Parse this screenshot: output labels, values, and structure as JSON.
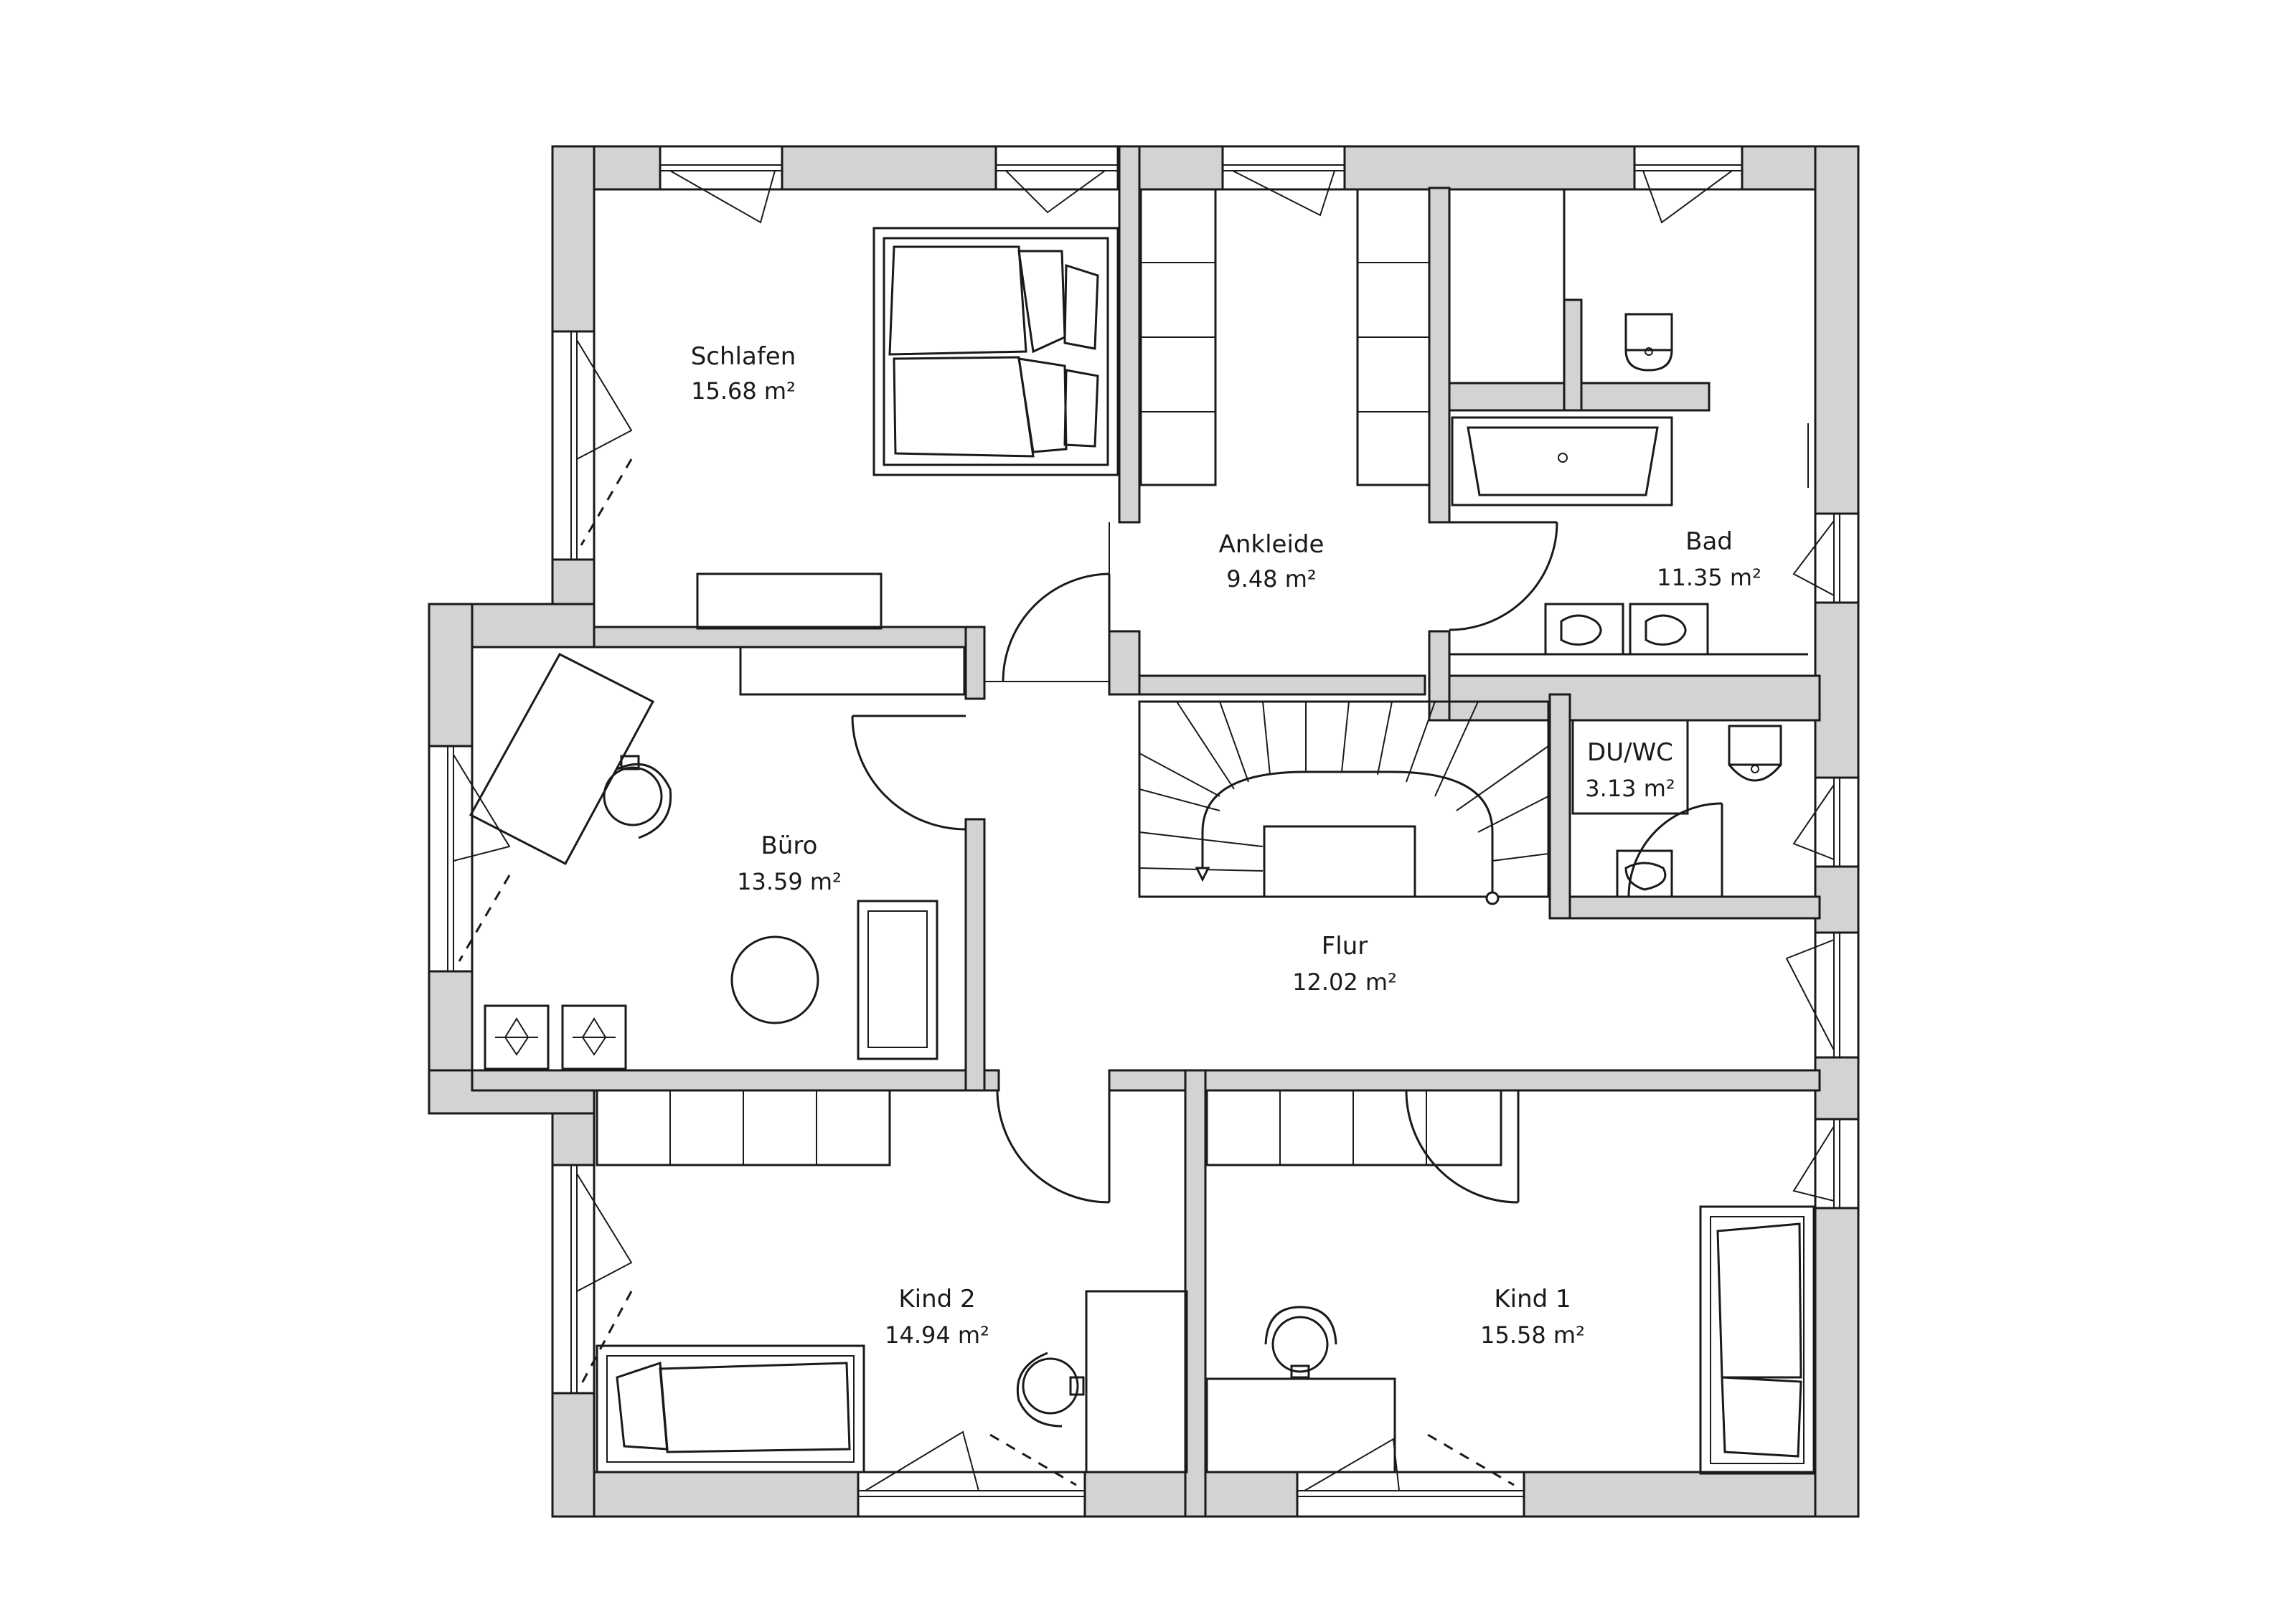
{
  "plan": {
    "rooms": [
      {
        "id": "schlafen",
        "name": "Schlafen",
        "area": "15.68 m²"
      },
      {
        "id": "ankleide",
        "name": "Ankleide",
        "area": "9.48 m²"
      },
      {
        "id": "bad",
        "name": "Bad",
        "area": "11.35 m²"
      },
      {
        "id": "buero",
        "name": "Büro",
        "area": "13.59 m²"
      },
      {
        "id": "duwc",
        "name": "DU/WC",
        "area": "3.13 m²"
      },
      {
        "id": "flur",
        "name": "Flur",
        "area": "12.02 m²"
      },
      {
        "id": "kind2",
        "name": "Kind 2",
        "area": "14.94 m²"
      },
      {
        "id": "kind1",
        "name": "Kind 1",
        "area": "15.58 m²"
      }
    ]
  },
  "colors": {
    "wall": "#d2d3d5",
    "line": "#1a1a1a",
    "background": "#ffffff"
  }
}
